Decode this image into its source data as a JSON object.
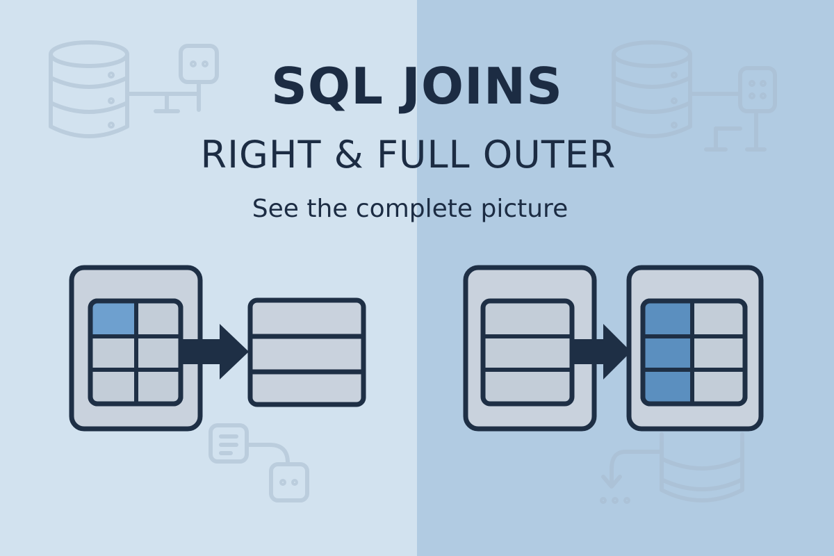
{
  "title": "SQL JOINS",
  "subtitle": "RIGHT & FULL OUTER",
  "tagline": "See the complete picture",
  "colors": {
    "background_left": "#d2e2ef",
    "background_right": "#b1cbe2",
    "outline": "#1e2f45",
    "card_fill": "#c9d2dd",
    "cell_fill": "#c3cdd8",
    "highlight_left": "#6ea0cf",
    "highlight_right": "#5b8fbf",
    "watermark": "#9fb3c6"
  },
  "icons": [
    "database-icon",
    "connector-icon",
    "arrow-right-icon",
    "table-icon",
    "chat-icon"
  ]
}
